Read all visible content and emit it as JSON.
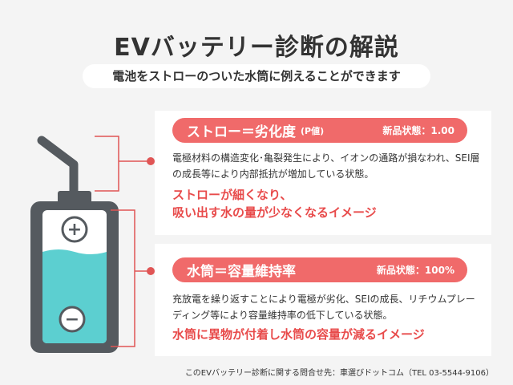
{
  "title": "EVバッテリー診断の解説",
  "subtitle": "電池をストローのついた水筒に例えることができます",
  "straw_panel": {
    "heading": "ストロー＝劣化度",
    "heading_sub": "(P値)",
    "spec": "新品状態：1.00",
    "description": "電極材料の構造変化･亀裂発生により、イオンの通路が損なわれ、SEI層の成長等により内部抵抗が増加している状態。",
    "highlight_line1": "ストローが細くなり、",
    "highlight_line2": "吸い出す水の量が少なくなるイメージ"
  },
  "bottle_panel": {
    "heading": "水筒＝容量維持率",
    "spec": "新品状態：100%",
    "description": "充放電を繰り返すことにより電極が劣化、SEIの成長、リチウムプレーディング等により容量維持率の低下している状態。",
    "highlight": "水筒に異物が付着し水筒の容量が減るイメージ"
  },
  "illustration": {
    "plus_symbol": "+",
    "minus_symbol": "−",
    "icons": [
      "plus-icon",
      "minus-icon"
    ],
    "colors": {
      "bottle_body": "#555a5f",
      "water": "#5ccfd0",
      "accent": "#f06a6a",
      "connector": "#e05555"
    }
  },
  "footer": "このEVバッテリー診断に関する問合せ先：車選びドットコム（TEL 03-5544-9106）"
}
